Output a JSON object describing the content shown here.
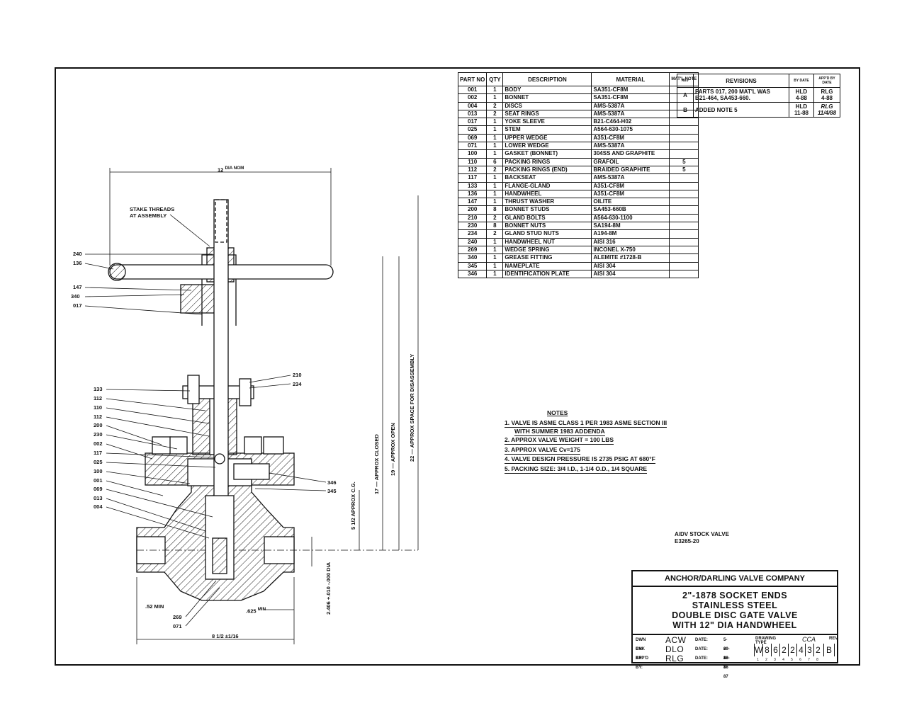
{
  "parts_table": {
    "headers": [
      "PART NO",
      "QTY",
      "DESCRIPTION",
      "MATERIAL",
      "MAT'L NOTE"
    ],
    "rows": [
      [
        "001",
        "1",
        "BODY",
        "SA351-CF8M",
        ""
      ],
      [
        "002",
        "1",
        "BONNET",
        "SA351-CF8M",
        ""
      ],
      [
        "004",
        "2",
        "DISCS",
        "AMS-5387A",
        ""
      ],
      [
        "013",
        "2",
        "SEAT RINGS",
        "AMS-5387A",
        ""
      ],
      [
        "017",
        "1",
        "YOKE SLEEVE",
        "B21-C464-H02",
        ""
      ],
      [
        "025",
        "1",
        "STEM",
        "A564-630-1075",
        ""
      ],
      [
        "069",
        "1",
        "UPPER WEDGE",
        "A351-CF8M",
        ""
      ],
      [
        "071",
        "1",
        "LOWER WEDGE",
        "AMS-5387A",
        ""
      ],
      [
        "100",
        "1",
        "GASKET (BONNET)",
        "304SS AND GRAPHITE",
        ""
      ],
      [
        "110",
        "6",
        "PACKING RINGS",
        "GRAFOIL",
        "5"
      ],
      [
        "112",
        "2",
        "PACKING RINGS (END)",
        "BRAIDED GRAPHITE",
        "5"
      ],
      [
        "117",
        "1",
        "BACKSEAT",
        "AMS-5387A",
        ""
      ],
      [
        "133",
        "1",
        "FLANGE-GLAND",
        "A351-CF8M",
        ""
      ],
      [
        "136",
        "1",
        "HANDWHEEL",
        "A351-CF8M",
        ""
      ],
      [
        "147",
        "1",
        "THRUST WASHER",
        "OILITE",
        ""
      ],
      [
        "200",
        "8",
        "BONNET STUDS",
        "SA453-660B",
        ""
      ],
      [
        "210",
        "2",
        "GLAND BOLTS",
        "A564-630-1100",
        ""
      ],
      [
        "230",
        "8",
        "BONNET NUTS",
        "SA194-8M",
        ""
      ],
      [
        "234",
        "2",
        "GLAND STUD NUTS",
        "A194-8M",
        ""
      ],
      [
        "240",
        "1",
        "HANDWHEEL NUT",
        "AISI 316",
        ""
      ],
      [
        "269",
        "1",
        "WEDGE SPRING",
        "INCONEL X-750",
        ""
      ],
      [
        "340",
        "1",
        "GREASE FITTING",
        "ALEMITE #1728-B",
        ""
      ],
      [
        "345",
        "1",
        "NAMEPLATE",
        "AISI 304",
        ""
      ],
      [
        "346",
        "1",
        "IDENTIFICATION PLATE",
        "AISI 304",
        ""
      ]
    ]
  },
  "revisions": {
    "headers": [
      "REV",
      "REVISIONS",
      "BY DATE",
      "APP'D BY DATE"
    ],
    "rows": [
      {
        "rev": "A",
        "text1": "PARTS 017, 200 MAT'L WAS",
        "text2": "B21-464, SA453-660.",
        "by1": "HLD",
        "by2": "4-88",
        "app1": "RLG",
        "app2": "4-88"
      },
      {
        "rev": "B",
        "text1": "ADDED NOTE 5",
        "text2": "",
        "by1": "HLD",
        "by2": "11-88",
        "app1": "RLG",
        "app2": "11/4/88"
      }
    ]
  },
  "notes": {
    "title": "NOTES",
    "items": [
      "1.  VALVE IS ASME CLASS 1 PER 1983 ASME SECTION III",
      "WITH SUMMER 1983 ADDENDA",
      "2.  APPROX VALVE WEIGHT = 100 LBS",
      "3.  APPROX VALVE Cv=175",
      "4.  VALVE DESIGN PRESSURE IS 2735 PSIG AT 680°F",
      "5.  PACKING SIZE: 3/4 I.D., 1-1/4 O.D., 1/4 SQUARE"
    ]
  },
  "stock": {
    "line1": "A/DV STOCK VALVE",
    "line2": "E3265-20"
  },
  "title_block": {
    "company": "ANCHOR/DARLING VALVE COMPANY",
    "lines": [
      "2\"-1878 SOCKET ENDS",
      "STAINLESS STEEL",
      "DOUBLE DISC GATE VALVE",
      "WITH 12\" DIA HANDWHEEL"
    ],
    "drawn_label": "DWN BY:",
    "drawn_by": "ACW",
    "drawn_date_label": "DATE:",
    "drawn_date": "5-29-86",
    "checked_label": "CHK BY:",
    "checked_by": "DLO",
    "checked_date_label": "DATE:",
    "checked_date": "6-10-86",
    "approved_label": "APP'D BY:",
    "approved_by": "RLG",
    "approved_date_label": "DATE:",
    "approved_date": "4-1-87",
    "drawing_type_label": "DRAWING TYPE",
    "drawing_type": "CCA",
    "rev_label": "REV",
    "rev": "B",
    "drawing_number": [
      "W",
      "8",
      "6",
      "2",
      "2",
      "4",
      "3",
      "2"
    ],
    "cell_numbers": [
      "1",
      "2",
      "3",
      "4",
      "5",
      "6",
      "7",
      "8"
    ]
  },
  "callouts_left": [
    "240",
    "136",
    "147",
    "340",
    "017",
    "133",
    "112",
    "110",
    "112",
    "200",
    "230",
    "002",
    "117",
    "025",
    "100",
    "001",
    "069",
    "013",
    "004"
  ],
  "callouts_right": [
    "210",
    "234",
    "346",
    "345"
  ],
  "callouts_bottom": [
    "269",
    "071"
  ],
  "dimensions": {
    "dia_nom": "12",
    "dia_nom_label": "DIA NOM",
    "stake": "STAKE THREADS",
    "stake2": "AT ASSEMBLY",
    "approx_cg": "APPROX C.G.",
    "cg_value": "5",
    "cg_frac_num": "1",
    "cg_frac_den": "2",
    "approx_closed": "APPROX CLOSED",
    "closed_value": "17",
    "approx_open": "APPROX OPEN",
    "open_value": "19",
    "approx_space": "APPROX SPACE FOR DISASSEMBLY",
    "space_value": "22",
    "bore_tol": "+.010",
    "bore_tol2": "-.000",
    "bore_dia": "DIA",
    "bore": "2.406",
    "min52": ".52 MIN",
    "min625": ".625",
    "min_label": "MIN",
    "overall": "8",
    "overall_num": "1",
    "overall_den": "2",
    "tol_sign": "±",
    "tol_num": "1",
    "tol_den": "16"
  }
}
